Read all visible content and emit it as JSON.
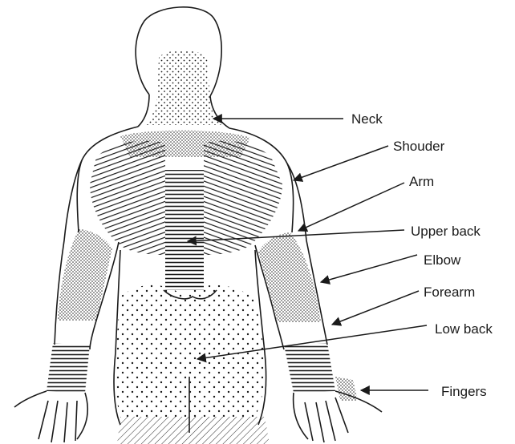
{
  "labels": {
    "neck": "Neck",
    "shoulder": "Shouder",
    "arm": "Arm",
    "upper_back": "Upper back",
    "elbow": "Elbow",
    "forearm": "Forearm",
    "low_back": "Low back",
    "fingers": "Fingers"
  },
  "colors": {
    "ink": "#1a1a1a",
    "background": "#ffffff"
  }
}
